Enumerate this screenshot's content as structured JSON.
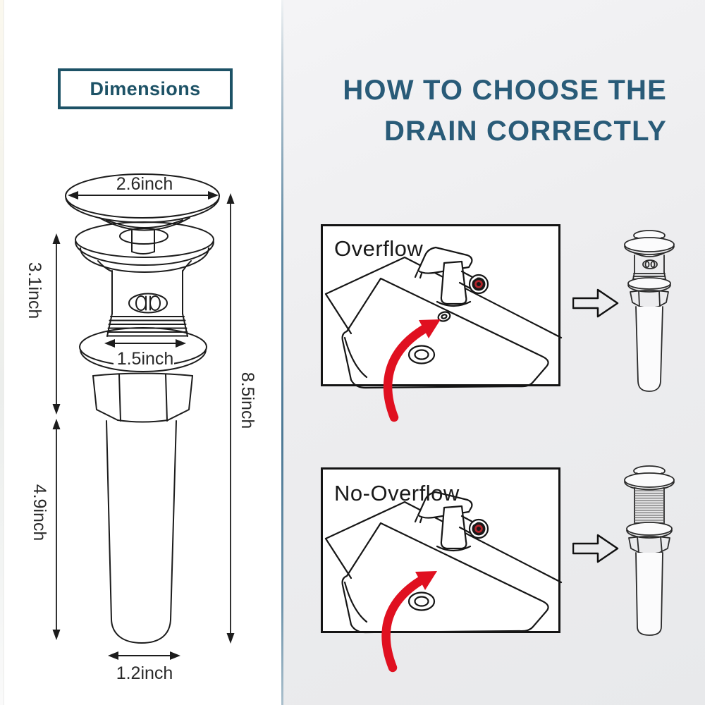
{
  "left_panel": {
    "badge_label": "Dimensions",
    "drawing": {
      "cap_diameter_label": "2.6inch",
      "upper_section_height_label": "3.1inch",
      "thread_diameter_label": "1.5inch",
      "overall_height_label": "8.5inch",
      "tailpipe_length_label": "4.9inch",
      "tailpipe_diameter_label": "1.2inch"
    }
  },
  "right_panel": {
    "title_line1": "HOW TO CHOOSE THE",
    "title_line2": "DRAIN CORRECTLY",
    "sections": [
      {
        "label": "Overflow",
        "drain_variant": "overflow-drain-with-overflow-hole"
      },
      {
        "label": "No-Overflow",
        "drain_variant": "no-overflow-fully-threaded-drain"
      }
    ]
  },
  "colors": {
    "badge_teal": "#1d5266",
    "title_blue": "#295b78",
    "arrow_red": "#e01020",
    "line_ink": "#1a1a1a",
    "right_background": "#ededef"
  },
  "icons": {
    "direction_arrow": "right-block-arrow-icon",
    "highlight_arrow": "red-curved-arrow-icon"
  }
}
